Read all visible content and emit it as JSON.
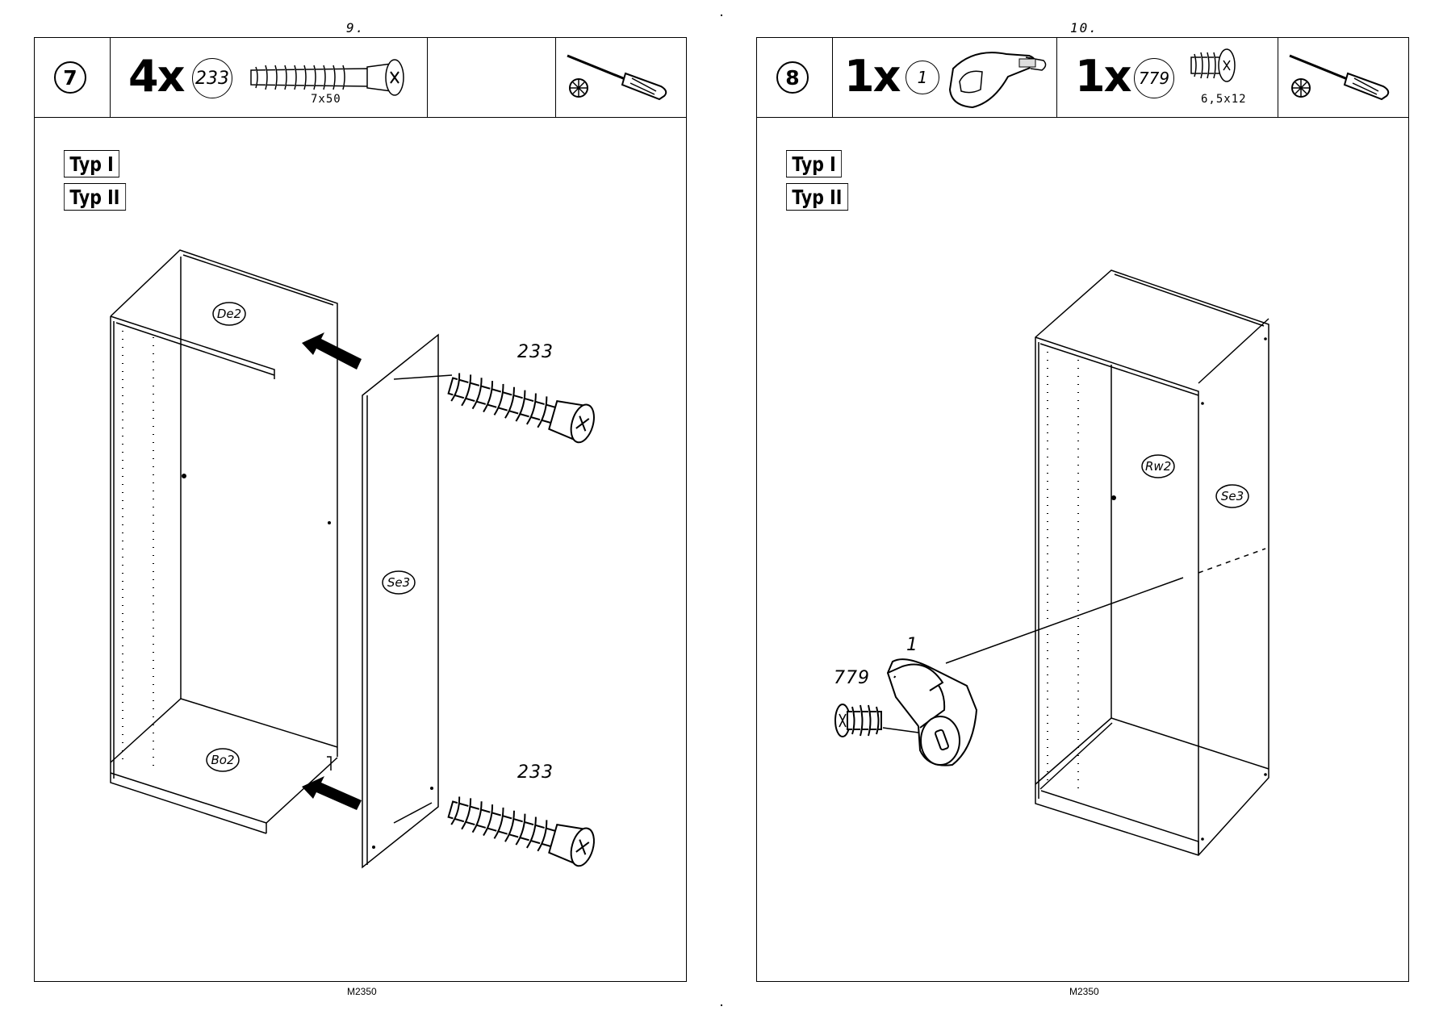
{
  "left": {
    "page_number": "9.",
    "footer": "M2350",
    "step": "7",
    "quantity": "4x",
    "part_id": "233",
    "part_dims": "7x50",
    "typ_1": "Typ I",
    "typ_2": "Typ II",
    "labels": {
      "top": "De2",
      "bottom": "Bo2",
      "side": "Se3",
      "screw_top": "233",
      "screw_bottom": "233"
    }
  },
  "right": {
    "page_number": "10.",
    "footer": "M2350",
    "step": "8",
    "quantity_1": "1x",
    "part_id_1": "1",
    "quantity_2": "1x",
    "part_id_2": "779",
    "part_dims_2": "6,5x12",
    "typ_1": "Typ I",
    "typ_2": "Typ II",
    "labels": {
      "back": "Rw2",
      "side": "Se3",
      "part_1": "1",
      "part_779": "779"
    }
  },
  "icons": [
    "screwdriver-icon",
    "phillips-bit-icon",
    "arrow-icon",
    "confirmat-screw-icon",
    "cam-fitting-icon",
    "small-screw-icon"
  ]
}
